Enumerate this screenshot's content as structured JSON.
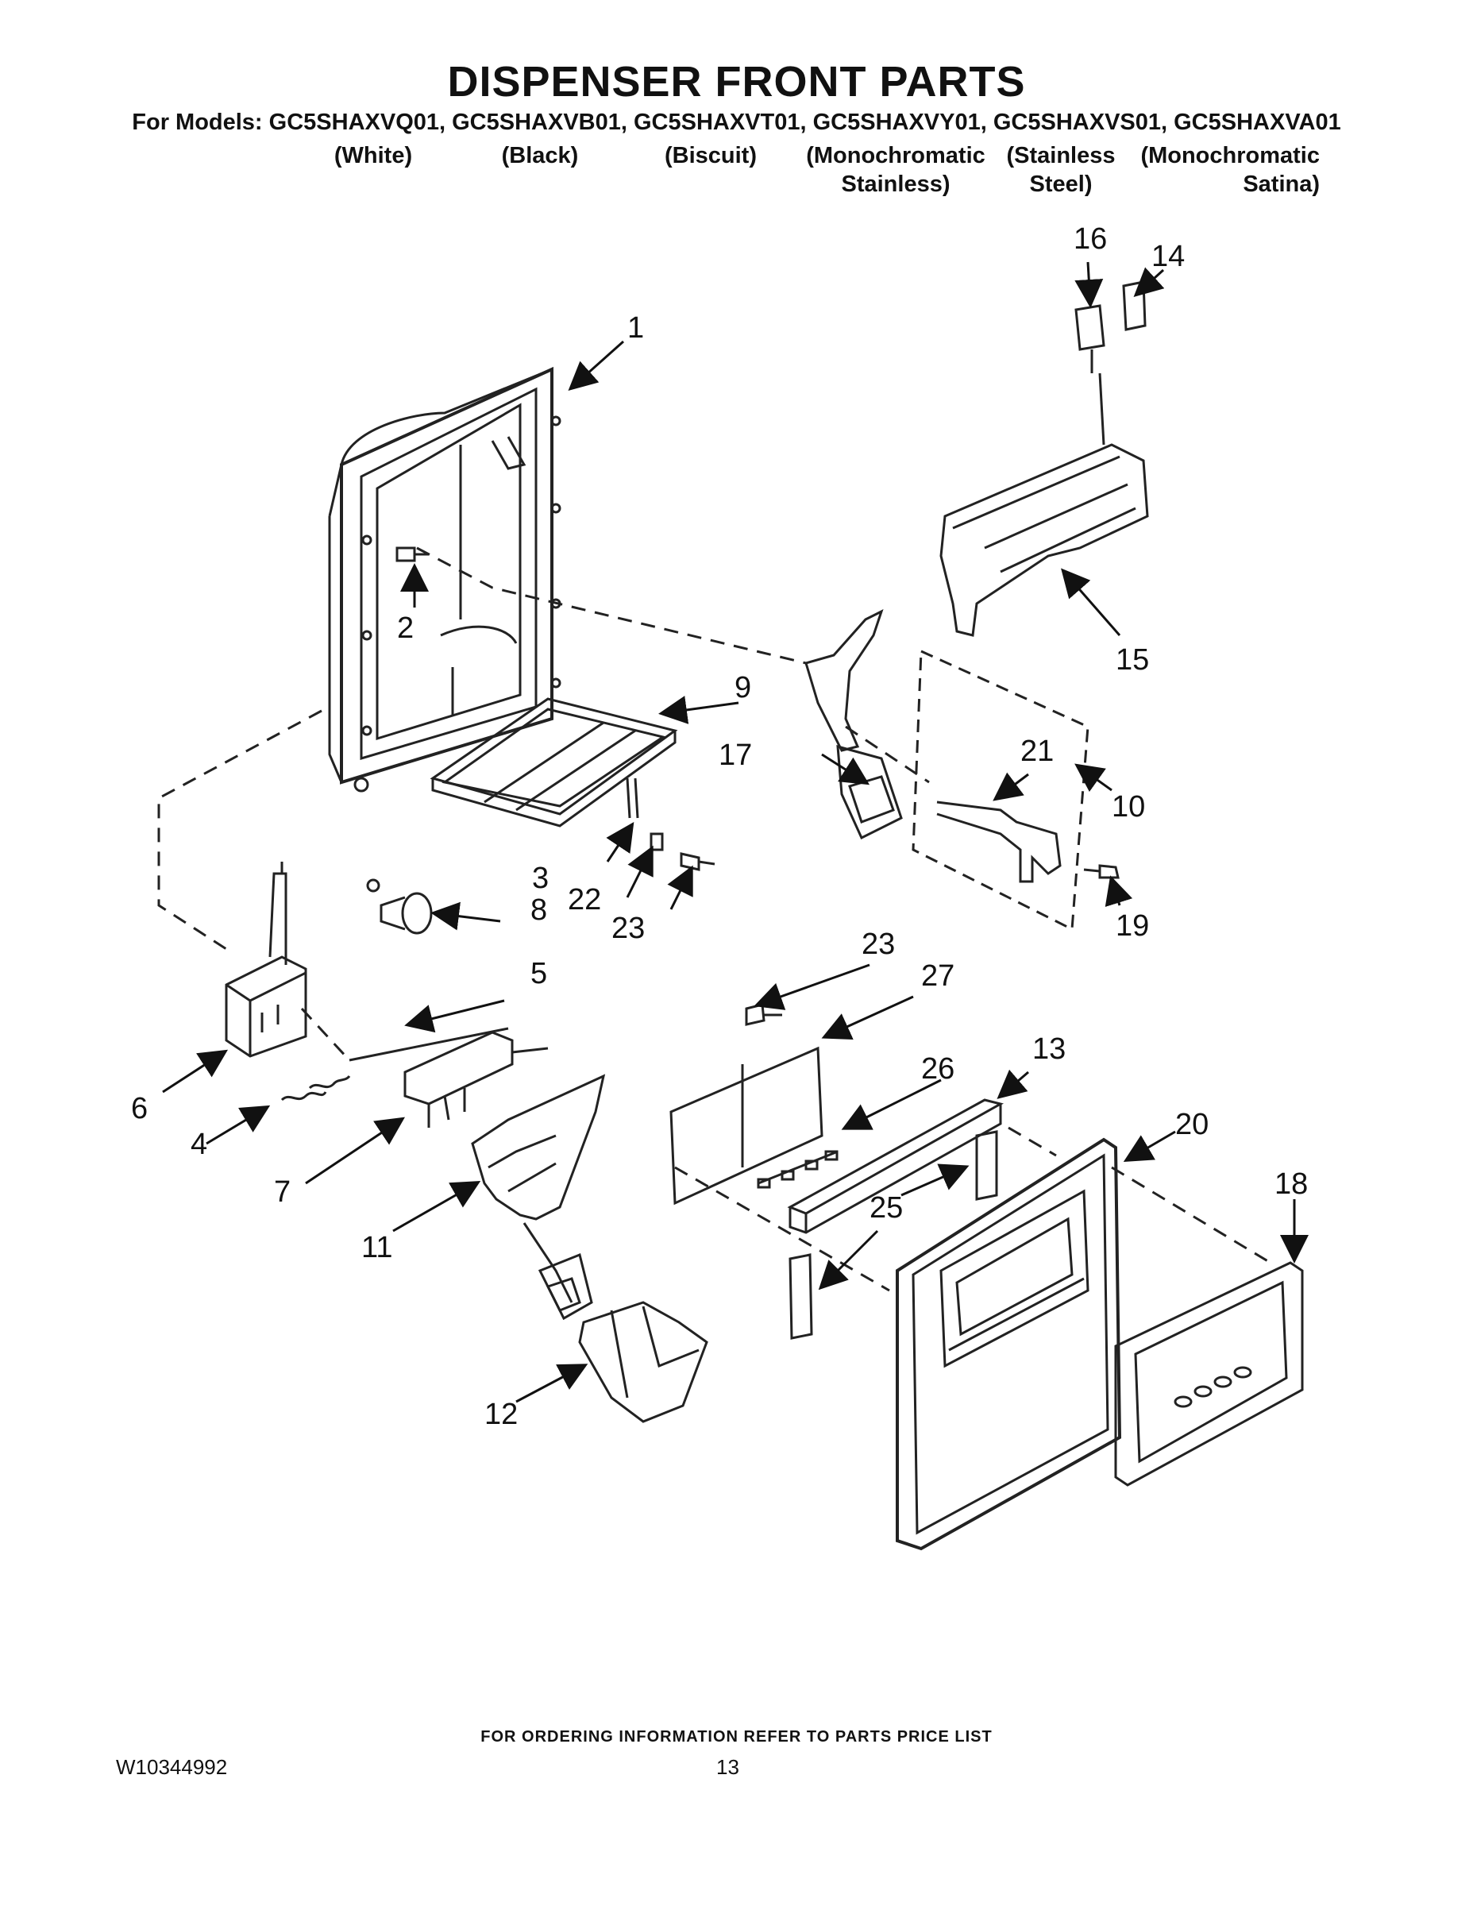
{
  "header": {
    "title": "DISPENSER FRONT PARTS",
    "models_line": "For Models: GC5SHAXVQ01, GC5SHAXVB01, GC5SHAXVT01, GC5SHAXVY01, GC5SHAXVS01, GC5SHAXVA01",
    "finishes": [
      "(White)",
      "(Black)",
      "(Biscuit)",
      "(Monochromatic\nStainless)",
      "(Stainless Steel)",
      "(Monochromatic\nSatina)"
    ]
  },
  "callouts": [
    "1",
    "2",
    "3",
    "4",
    "5",
    "6",
    "7",
    "8",
    "9",
    "10",
    "11",
    "12",
    "13",
    "14",
    "15",
    "16",
    "17",
    "18",
    "19",
    "20",
    "21",
    "22",
    "23",
    "23",
    "25",
    "26",
    "27"
  ],
  "footer": {
    "ordering_note": "FOR ORDERING INFORMATION REFER TO PARTS PRICE LIST",
    "doc_number": "W10344992",
    "page_number": "13"
  }
}
